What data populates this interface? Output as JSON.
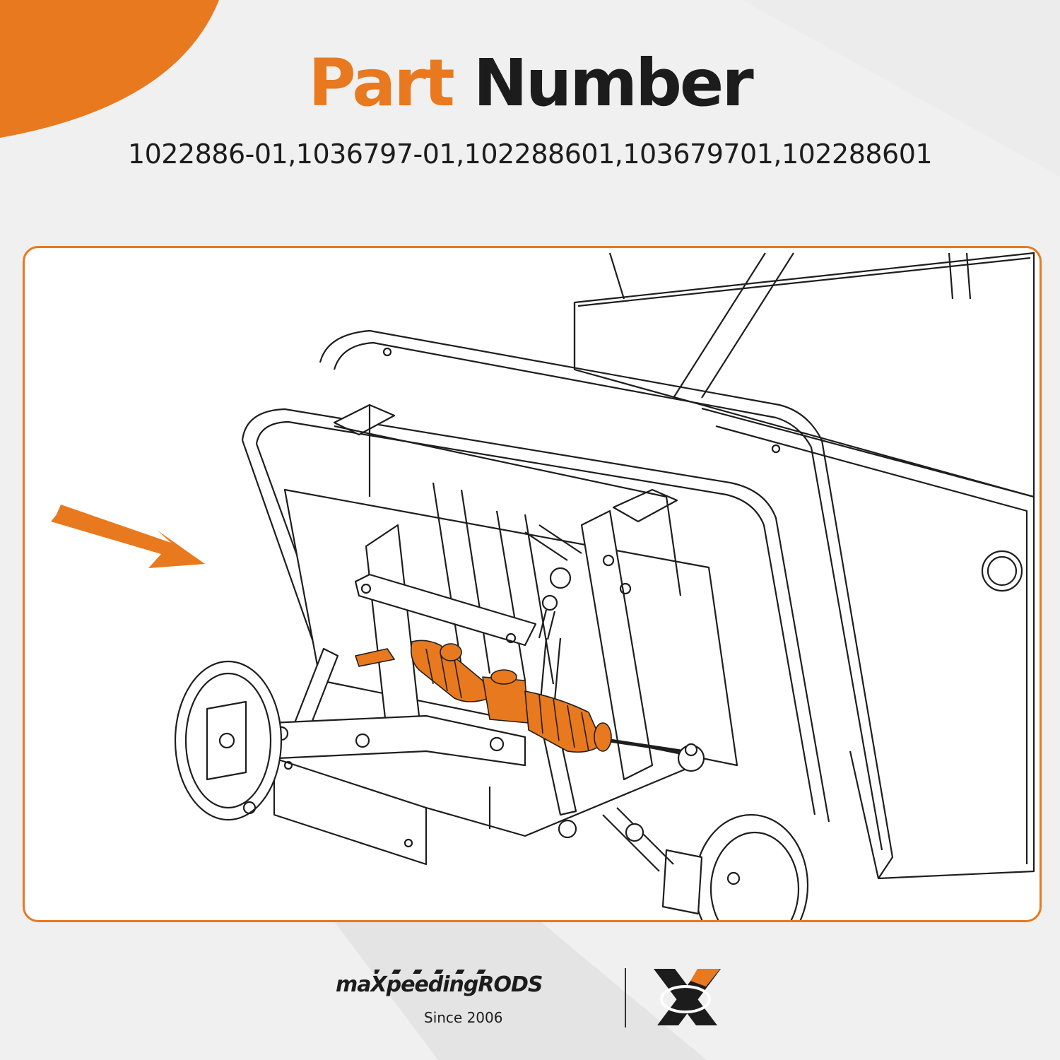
{
  "heading": {
    "word_orange": "Part",
    "word_dark": "Number"
  },
  "part_numbers": "1022886-01,1036797-01,102288601,103679701,102288601",
  "illustration": {
    "subject": "golf-cart-front-suspension-with-steering-rack",
    "highlight_color": "#e8791f"
  },
  "brand": {
    "wordmark": "maXpeedingRODS",
    "tagline": "Since 2006"
  },
  "colors": {
    "accent": "#e8791f",
    "text": "#1c1c1c",
    "background": "#f0f0f0"
  }
}
